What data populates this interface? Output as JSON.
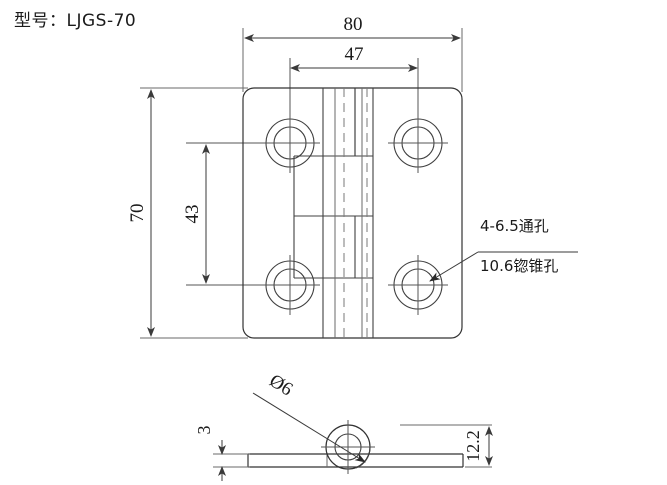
{
  "title": {
    "label": "型号：LJGS-70",
    "model_prefix": "型号：",
    "model_number": "LJGS-70"
  },
  "drawing": {
    "name": "hinge-technical-drawing",
    "background_color": "#ffffff",
    "line_color": "#404040",
    "text_color": "#1a1a1a"
  },
  "front_view": {
    "name": "front-view",
    "dimensions": {
      "overall_width": "80",
      "hole_spacing_horizontal": "47",
      "overall_height": "70",
      "hole_spacing_vertical": "43"
    },
    "callout": {
      "line1": "4-6.5通孔",
      "line2": "10.6锪锥孔"
    }
  },
  "side_view": {
    "name": "side-view",
    "dimensions": {
      "pin_diameter": "Ø6",
      "plate_thickness": "3",
      "knuckle_height": "12.2"
    }
  }
}
